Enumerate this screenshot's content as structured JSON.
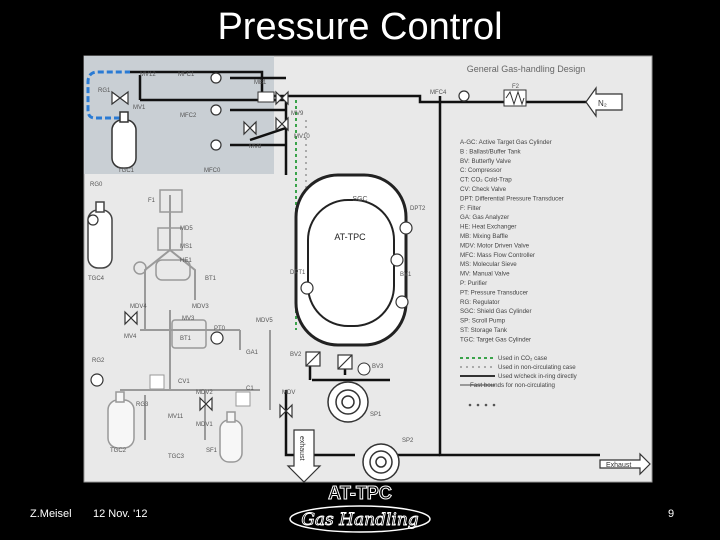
{
  "slide": {
    "title": "Pressure Control",
    "footer_author": "Z.Meisel",
    "footer_date": "12 Nov. '12",
    "page_number": "9"
  },
  "logo": {
    "line1": "AT-TPC",
    "line2": "Gas Handling"
  },
  "diagram": {
    "title": "General Gas-handling Design",
    "components": [
      "MV12",
      "MFC1",
      "MB1",
      "RG1",
      "MV1",
      "MFC2",
      "MV9",
      "MV10",
      "MV8",
      "TGC1",
      "MFC0",
      "RG0",
      "TGC4",
      "MFC4",
      "F2",
      "N2",
      "F1",
      "MD5",
      "MS1",
      "HE1",
      "BT1",
      "MV4",
      "MV3",
      "MV4",
      "MV5",
      "BT1",
      "PT0",
      "MDV5",
      "GA1",
      "MV2",
      "CV1",
      "MDV2",
      "C1",
      "MDV",
      "RG2",
      "RG3",
      "MV11",
      "MDV1",
      "TGC2",
      "TGC3",
      "SF1",
      "SGC",
      "AT-TPC",
      "DPT2",
      "DPT1",
      "BV1",
      "BV2",
      "BV3",
      "SP1",
      "SP2",
      "Exhaust",
      "exhaust"
    ],
    "legend": [
      "A-GC: Active Target Gas Cylinder",
      "B : Ballast/Buffer Tank",
      "BV: Butterfly Valve",
      "C: Compressor",
      "CT: CO₂ Cold-Trap",
      "CV: Check Valve",
      "DPT: Differential Pressure Transducer",
      "F: Filter",
      "GA: Gas Analyzer",
      "HE: Heat Exchanger",
      "MB: Mixing Baffle",
      "MDV: Motor Driven Valve",
      "MFC: Mass Flow Controller",
      "MS: Molecular Sieve",
      "MV: Manual Valve",
      "P: Purifier",
      "PT: Pressure Transducer",
      "RG: Regulator",
      "SGC: Shield Gas Cylinder",
      "SP: Scroll Pump",
      "ST: Storage Tank",
      "TGC: Target Gas Cylinder"
    ],
    "line_legend": [
      "Used in CO₂ case",
      "Used in non-circulating case",
      "Used w/check in-ring directly",
      "Fast bounds for non-circulating"
    ]
  }
}
